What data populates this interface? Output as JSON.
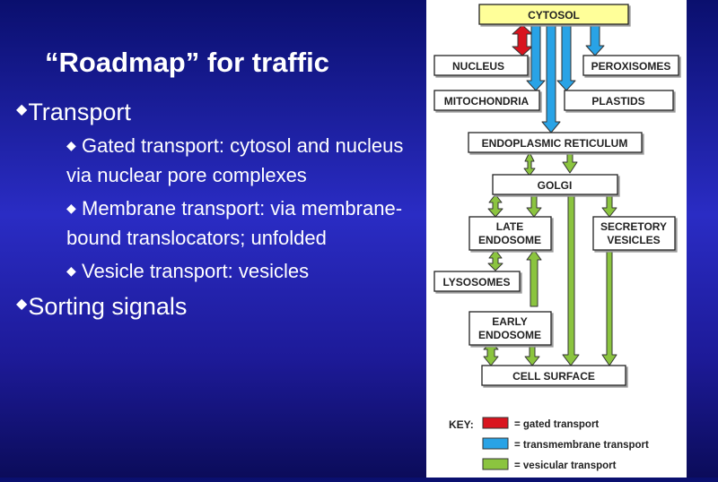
{
  "slide": {
    "title": "“Roadmap” for traffic",
    "bullets": [
      {
        "level": 1,
        "text": "Transport"
      },
      {
        "level": 2,
        "text": "Gated transport: cytosol and nucleus via nuclear pore complexes"
      },
      {
        "level": 2,
        "text": "Membrane transport: via membrane-bound translocators; unfolded"
      },
      {
        "level": 2,
        "text": "Vesicle transport: vesicles"
      },
      {
        "level": 1,
        "text": "Sorting signals"
      }
    ]
  },
  "diagram": {
    "nodes": {
      "cytosol": "CYTOSOL",
      "nucleus": "NUCLEUS",
      "peroxisomes": "PEROXISOMES",
      "mitochondria": "MITOCHONDRIA",
      "plastids": "PLASTIDS",
      "er": "ENDOPLASMIC RETICULUM",
      "golgi": "GOLGI",
      "late_endosome": [
        "LATE",
        "ENDOSOME"
      ],
      "secretory": [
        "SECRETORY",
        "VESICLES"
      ],
      "lysosomes": "LYSOSOMES",
      "early_endosome": [
        "EARLY",
        "ENDOSOME"
      ],
      "cell_surface": "CELL SURFACE"
    },
    "key": {
      "label": "KEY:",
      "items": [
        {
          "text": "= gated transport",
          "color": "#d9141e"
        },
        {
          "text": "= transmembrane transport",
          "color": "#29a3e6"
        },
        {
          "text": "= vesicular transport",
          "color": "#8bc43f"
        }
      ]
    },
    "colors": {
      "cytosol_fill": "#ffff99",
      "gated": "#d9141e",
      "transmembrane": "#29a3e6",
      "vesicular": "#8bc43f"
    }
  }
}
